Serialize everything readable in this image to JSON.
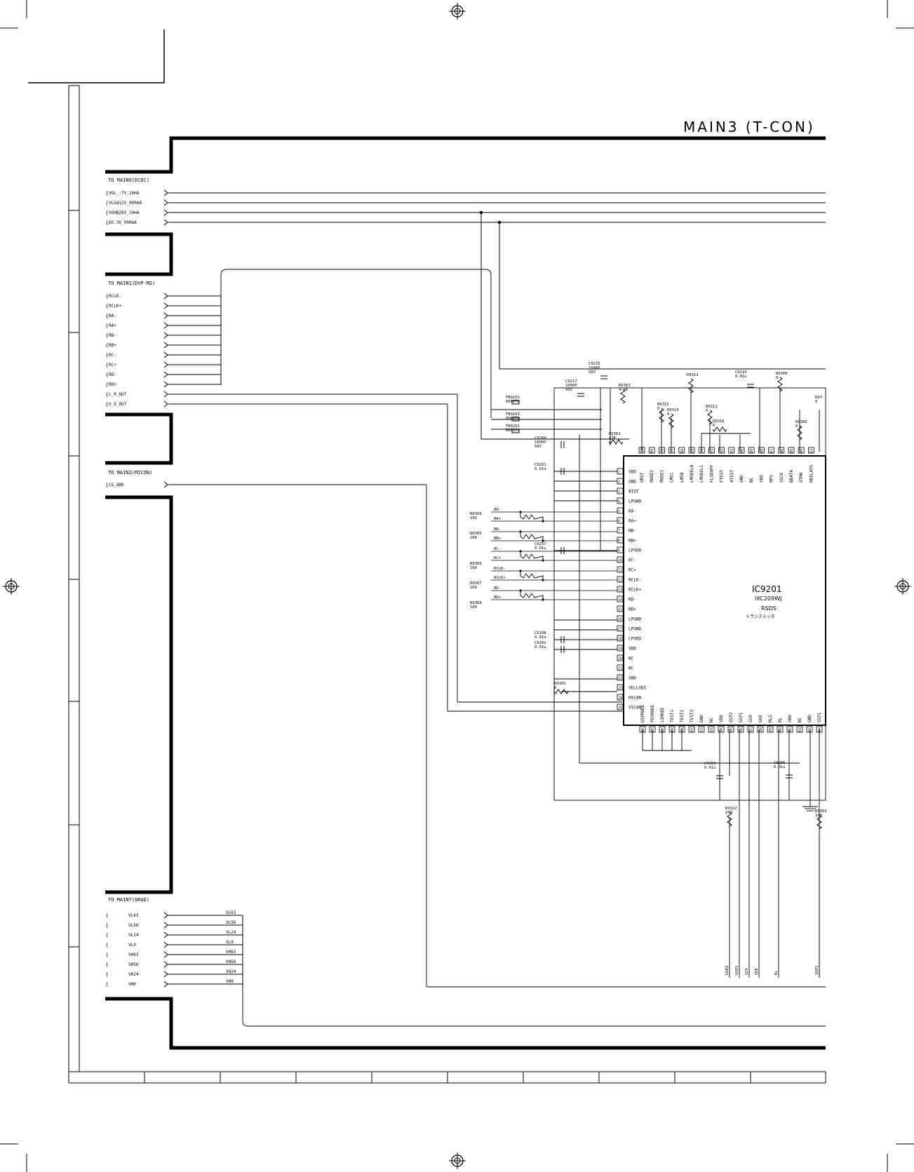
{
  "sheet": {
    "title": "MAIN3 (T-CON)"
  },
  "connectors": [
    {
      "heading": "TO MAIN9(DCDC)",
      "pins": [
        "VGL_-7V_10mA",
        "VLS@12V_400mA",
        "VGH@28V_10mA",
        "@3.3V_900mA"
      ]
    },
    {
      "heading": "TO MAIN1(DVP-M2)",
      "pins": [
        "RCLK-",
        "RCLK+",
        "RA-",
        "RA+",
        "RB-",
        "RB+",
        "RC-",
        "RC+",
        "RD-",
        "RD+",
        "L_R_OUT",
        "U_D_OUT"
      ]
    },
    {
      "heading": "TO MAIN2(MICON)",
      "pins": [
        "CS_ADD"
      ]
    },
    {
      "heading": "TO MAIN7(GRAD)",
      "pins": [
        "VL63",
        "VL56",
        "VL24",
        "VL0",
        "VH63",
        "VH56",
        "VH24",
        "VH0"
      ]
    }
  ],
  "grad_labels": [
    "VL63",
    "VL56",
    "VL24",
    "VL0",
    "VH63",
    "VH56",
    "VH24",
    "VH0"
  ],
  "ic": {
    "ref": "IC9201",
    "part": "IXC209WJ",
    "desc1": "RSDS",
    "desc2": "トランスミッタ",
    "left_pins": [
      {
        "n": "1",
        "name": "VDD"
      },
      {
        "n": "2",
        "name": "GND"
      },
      {
        "n": "3",
        "name": "BIST"
      },
      {
        "n": "4",
        "name": "LPGND"
      },
      {
        "n": "5",
        "name": "RA-"
      },
      {
        "n": "6",
        "name": "RA+"
      },
      {
        "n": "7",
        "name": "RB-"
      },
      {
        "n": "8",
        "name": "RB+"
      },
      {
        "n": "9",
        "name": "LPVDD"
      },
      {
        "n": "10",
        "name": "RC-"
      },
      {
        "n": "11",
        "name": "RC+"
      },
      {
        "n": "12",
        "name": "RCLK-"
      },
      {
        "n": "13",
        "name": "RCLK+"
      },
      {
        "n": "14",
        "name": "RD-"
      },
      {
        "n": "15",
        "name": "RD+"
      },
      {
        "n": "16",
        "name": "LPGND"
      },
      {
        "n": "17",
        "name": "LPGND"
      },
      {
        "n": "18",
        "name": "LPVDD"
      },
      {
        "n": "19",
        "name": "VDD"
      },
      {
        "n": "20",
        "name": "NC"
      },
      {
        "n": "21",
        "name": "NC"
      },
      {
        "n": "22",
        "name": "GND"
      },
      {
        "n": "23",
        "name": "SELLVDS"
      },
      {
        "n": "24",
        "name": "HSCAN"
      },
      {
        "n": "25",
        "name": "VSCAN"
      }
    ],
    "top_pins": [
      {
        "n": "100",
        "name": "ORST"
      },
      {
        "n": "99",
        "name": "MODE2"
      },
      {
        "n": "98",
        "name": "MODE1"
      },
      {
        "n": "97",
        "name": "LMS1"
      },
      {
        "n": "96",
        "name": "LMS0"
      },
      {
        "n": "95",
        "name": "LMODEL0"
      },
      {
        "n": "94",
        "name": "LMODEL1"
      },
      {
        "n": "93",
        "name": "FLSDOFF"
      },
      {
        "n": "92",
        "name": "FTEST"
      },
      {
        "n": "91",
        "name": "ATEST"
      },
      {
        "n": "90",
        "name": "GND"
      },
      {
        "n": "89",
        "name": "NC"
      },
      {
        "n": "88",
        "name": "VDD"
      },
      {
        "n": "87",
        "name": "MPS"
      },
      {
        "n": "86",
        "name": "SSCK"
      },
      {
        "n": "85",
        "name": "NDATA"
      },
      {
        "n": "84",
        "name": "GTM0"
      },
      {
        "n": "83",
        "name": "HDELAYS"
      }
    ],
    "bottom_pins": [
      {
        "n": "26",
        "name": "GSPMODE"
      },
      {
        "n": "27",
        "name": "PEXMODE"
      },
      {
        "n": "28",
        "name": "LSMODE"
      },
      {
        "n": "29",
        "name": "TEST1"
      },
      {
        "n": "30",
        "name": "TEST2"
      },
      {
        "n": "31",
        "name": "TEST3"
      },
      {
        "n": "32",
        "name": "GND"
      },
      {
        "n": "33",
        "name": "NC"
      },
      {
        "n": "34",
        "name": "VDD"
      },
      {
        "n": "35",
        "name": "GSP2"
      },
      {
        "n": "36",
        "name": "GSP1"
      },
      {
        "n": "37",
        "name": "GCK"
      },
      {
        "n": "38",
        "name": "GOE"
      },
      {
        "n": "39",
        "name": "RLS"
      },
      {
        "n": "40",
        "name": "RL"
      },
      {
        "n": "41",
        "name": "VDD"
      },
      {
        "n": "42",
        "name": "NC"
      },
      {
        "n": "43",
        "name": "GND"
      },
      {
        "n": "44",
        "name": "SSP1"
      }
    ]
  },
  "components": [
    {
      "id": "c9225",
      "label": "C9225",
      "value": "1000P",
      "rating": "50V"
    },
    {
      "id": "c9217",
      "label": "C9217",
      "value": "1000P",
      "rating": "50V"
    },
    {
      "id": "r9363a",
      "label": "R9363",
      "value": "4.7K"
    },
    {
      "id": "r9313",
      "label": "R9313",
      "value": ""
    },
    {
      "id": "c9210",
      "label": "C9210",
      "value": "0.01u"
    },
    {
      "id": "r9308",
      "label": "R9308",
      "value": "0"
    },
    {
      "id": "fb9201",
      "label": "FB9201",
      "value": "0008TA"
    },
    {
      "id": "fb9203",
      "label": "FB9203",
      "value": "0008TA"
    },
    {
      "id": "fb9202",
      "label": "FB9202",
      "value": "0008TA"
    },
    {
      "id": "r9315",
      "label": "R9315",
      "value": "0"
    },
    {
      "id": "r9314",
      "label": "R9314",
      "value": "0"
    },
    {
      "id": "r9311",
      "label": "R9311",
      "value": "0"
    },
    {
      "id": "r9316",
      "label": "R9316",
      "value": "0"
    },
    {
      "id": "r9306",
      "label": "R9306",
      "value": "0"
    },
    {
      "id": "r9363b",
      "label": "R9363",
      "value": "47K"
    },
    {
      "id": "c9204",
      "label": "C9204",
      "value": "1000P",
      "rating": "50V"
    },
    {
      "id": "c9201",
      "label": "C9201",
      "value": "0.01u"
    },
    {
      "id": "r9304",
      "label": "R9304",
      "value": "100"
    },
    {
      "id": "r9305",
      "label": "R9305",
      "value": "100"
    },
    {
      "id": "c9207",
      "label": "C9207",
      "value": "0.01u"
    },
    {
      "id": "r9366",
      "label": "R9366",
      "value": "100"
    },
    {
      "id": "r9367",
      "label": "R9367",
      "value": "100"
    },
    {
      "id": "r9368",
      "label": "R9368",
      "value": "100"
    },
    {
      "id": "c9208",
      "label": "C9208",
      "value": "0.01u"
    },
    {
      "id": "c9202",
      "label": "C9202",
      "value": "0.01u"
    },
    {
      "id": "r9302",
      "label": "R9302",
      "value": "0"
    },
    {
      "id": "c9203",
      "label": "C9203",
      "value": "0.01u"
    },
    {
      "id": "c9206",
      "label": "C9206",
      "value": "0.01u"
    },
    {
      "id": "r9322",
      "label": "R9322",
      "value": "100"
    },
    {
      "id": "r9303",
      "label": "R9303",
      "value": "100"
    },
    {
      "id": "r93x",
      "label": "R93",
      "value": "0"
    }
  ],
  "res_net_labels": [
    [
      "RA-",
      "RA+"
    ],
    [
      "RB-",
      "RB+"
    ],
    [
      "RC-",
      "RC+"
    ],
    [
      "RCLK-",
      "RCLK+"
    ],
    [
      "RD-",
      "RD+"
    ]
  ],
  "bottom_vlabels": [
    "GSP2",
    "GSP1",
    "GCK",
    "GOE",
    "RL",
    "SSP1"
  ]
}
